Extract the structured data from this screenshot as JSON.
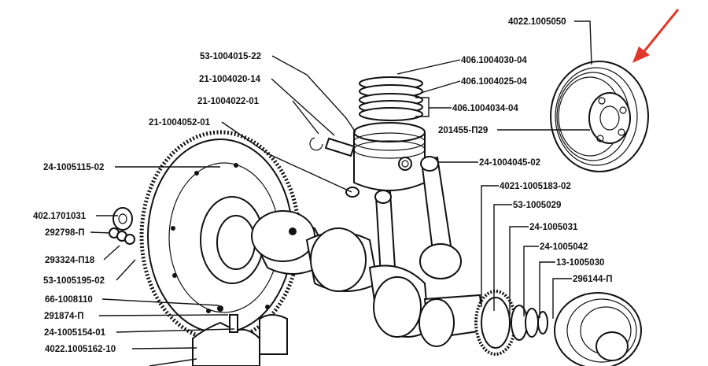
{
  "labels": {
    "pulley_top": "4022.1005050",
    "piston_pin_clip": "53-1004015-22",
    "piston_ring_top": "406.1004030-04",
    "piston_pin": "21-1004020-14",
    "piston_ring_second": "406.1004025-04",
    "piston": "21-1004022-01",
    "oil_ring_set": "406.1004034-04",
    "bushing": "21-1004052-01",
    "pulley_bolt": "201455-П29",
    "flywheel": "24-1005115-02",
    "con_rod": "24-1004045-02",
    "sprocket": "4021-1005183-02",
    "bearing_402": "402.1701031",
    "washer_53": "53-1005029",
    "pin_292798": "292798-П",
    "seal_24_1005031": "24-1005031",
    "bolt_293324": "293324-П18",
    "ring_24_1005042": "24-1005042",
    "flywheel_bolt": "53-1005195-02",
    "key_13_1005030": "13-1005030",
    "key_296144": "296144-П",
    "bolt_66_1008110": "66-1008110",
    "pin_291874": "291874-П",
    "main_bearing_cap": "24-1005154-01",
    "crank_pulley_bottom": "4022.1005162-10"
  },
  "colors": {
    "ink": "#111111",
    "arrow": "#e0392b",
    "background": "#ffffff"
  }
}
